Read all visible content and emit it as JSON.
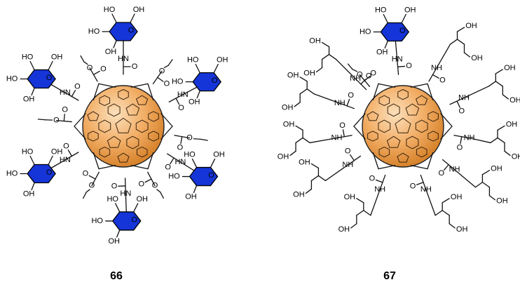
{
  "compounds": [
    {
      "id": "66",
      "label": "66",
      "core": "fullerene",
      "substituents": [
        {
          "type": "sugar",
          "angle": -90,
          "color": "#1535d8"
        },
        {
          "type": "ester",
          "angle": -55
        },
        {
          "type": "sugar",
          "angle": -28,
          "color": "#1535d8"
        },
        {
          "type": "ester",
          "angle": 10
        },
        {
          "type": "sugar",
          "angle": 32,
          "color": "#1535d8"
        },
        {
          "type": "ester",
          "angle": 62
        },
        {
          "type": "sugar",
          "angle": 88,
          "color": "#1535d8"
        },
        {
          "type": "ester",
          "angle": 118
        },
        {
          "type": "sugar",
          "angle": 150,
          "color": "#1535d8"
        },
        {
          "type": "ester",
          "angle": 185
        },
        {
          "type": "sugar",
          "angle": 210,
          "color": "#1535d8"
        },
        {
          "type": "ester",
          "angle": 240
        }
      ]
    },
    {
      "id": "67",
      "label": "67",
      "core": "fullerene",
      "substituents": [
        {
          "type": "sugar",
          "angle": -95,
          "color": "#1535d8"
        },
        {
          "type": "ester",
          "angle": -130
        },
        {
          "type": "serinol",
          "angle": -60
        },
        {
          "type": "serinol",
          "angle": -25
        },
        {
          "type": "serinol",
          "angle": 10
        },
        {
          "type": "serinol",
          "angle": 40
        },
        {
          "type": "serinol",
          "angle": 70
        },
        {
          "type": "serinol",
          "angle": 110
        },
        {
          "type": "serinol",
          "angle": 145
        },
        {
          "type": "serinol",
          "angle": 170
        },
        {
          "type": "serinol",
          "angle": 200
        },
        {
          "type": "serinol",
          "angle": 225
        }
      ]
    }
  ],
  "atom_text": {
    "oh": "OH",
    "ho": "HO",
    "hn": "HN",
    "nh": "NH",
    "n": "N",
    "h": "H",
    "o": "O"
  },
  "colors": {
    "fullerene_light": "#f7c48c",
    "fullerene_dark": "#e08a2e",
    "sugar": "#1535d8",
    "bond": "#111111"
  }
}
